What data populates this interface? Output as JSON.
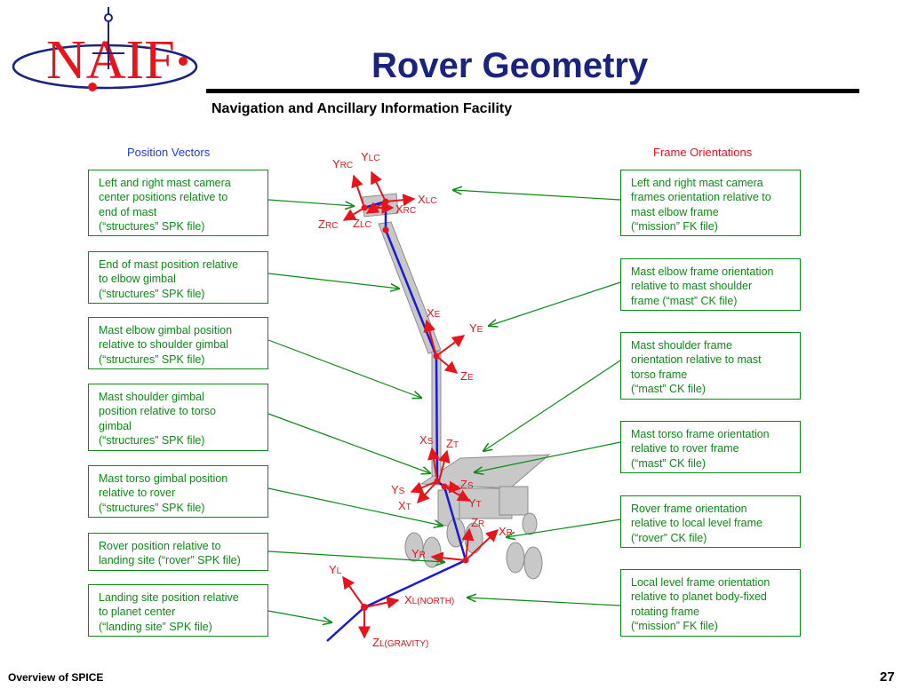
{
  "header": {
    "logo_text": "NAIF",
    "title": "Rover Geometry",
    "subtitle": "Navigation and Ancillary Information Facility"
  },
  "columns": {
    "left_heading": "Position Vectors",
    "right_heading": "Frame Orientations"
  },
  "position_vectors": [
    "Left and right mast camera\ncenter positions relative to\nend of mast\n(“structures” SPK file)",
    "End of mast position relative\nto elbow gimbal\n(“structures” SPK file)",
    "Mast elbow gimbal position\nrelative to shoulder gimbal\n(“structures” SPK file)",
    "Mast shoulder gimbal\nposition relative to torso\ngimbal\n(“structures” SPK file)",
    "Mast torso gimbal position\nrelative to rover\n(“structures” SPK file)",
    "Rover position relative to\nlanding site (“rover” SPK file)",
    "Landing site position relative\nto planet center\n(“landing site” SPK file)"
  ],
  "frame_orientations": [
    "Left and right mast camera\nframes orientation relative to\nmast elbow frame\n(“mission” FK file)",
    "Mast elbow frame orientation\nrelative to mast shoulder\nframe (“mast” CK file)",
    "Mast shoulder frame\norientation relative to mast\ntorso frame\n(“mast” CK file)",
    "Mast torso frame orientation\nrelative to rover frame\n(“mast” CK file)",
    "Rover frame orientation\nrelative to local level frame\n(“rover” CK file)",
    "Local level frame orientation\nrelative to planet body-fixed\nrotating frame\n(“mission” FK file)"
  ],
  "axis_labels": {
    "y_lc": {
      "main": "Y",
      "sub": "LC"
    },
    "y_rc": {
      "main": "Y",
      "sub": "RC"
    },
    "x_lc": {
      "main": "X",
      "sub": "LC"
    },
    "x_rc": {
      "main": "X",
      "sub": "RC"
    },
    "z_rc": {
      "main": "Z",
      "sub": "RC"
    },
    "z_lc": {
      "main": "Z",
      "sub": "LC"
    },
    "x_e": {
      "main": "X",
      "sub": "E"
    },
    "y_e": {
      "main": "Y",
      "sub": "E"
    },
    "z_e": {
      "main": "Z",
      "sub": "E"
    },
    "x_s": {
      "main": "X",
      "sub": "S"
    },
    "z_t": {
      "main": "Z",
      "sub": "T"
    },
    "z_s": {
      "main": "Z",
      "sub": "S"
    },
    "y_s": {
      "main": "Y",
      "sub": "S"
    },
    "y_t": {
      "main": "Y",
      "sub": "T"
    },
    "x_t": {
      "main": "X",
      "sub": "T"
    },
    "z_r": {
      "main": "Z",
      "sub": "R"
    },
    "x_r": {
      "main": "X",
      "sub": "R"
    },
    "y_r": {
      "main": "Y",
      "sub": "R"
    },
    "y_l": {
      "main": "Y",
      "sub": "L"
    },
    "x_l": {
      "main": "X",
      "sub": "L(NORTH)"
    },
    "z_l": {
      "main": "Z",
      "sub": "L(GRAVITY)"
    }
  },
  "footer": {
    "left": "Overview of SPICE",
    "page_number": "27"
  },
  "colors": {
    "title": "#1a237e",
    "box_border": "#0e8a17",
    "axis_red": "#e8141b",
    "vector_blue": "#1a1ad6",
    "rover_gray": "#c8c8c8"
  }
}
